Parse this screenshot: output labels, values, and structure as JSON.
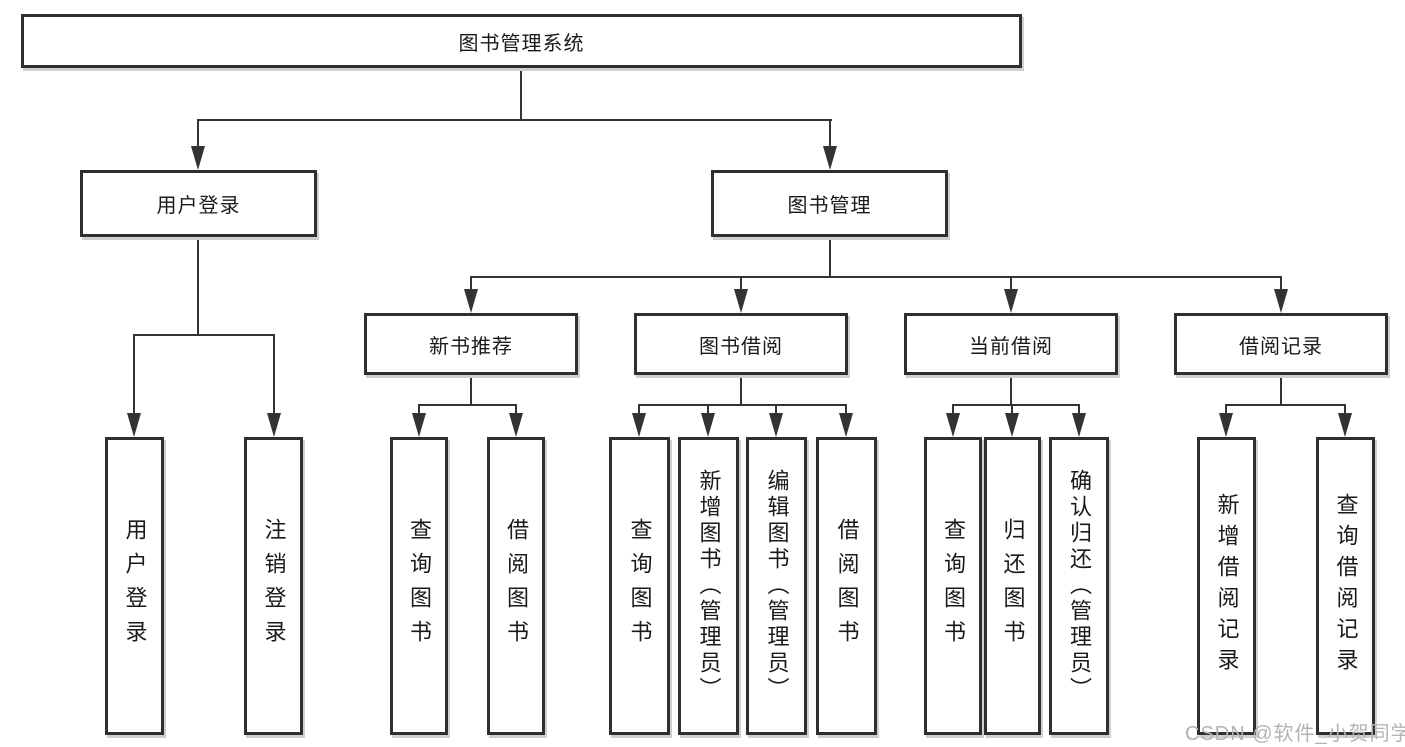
{
  "tree": {
    "root": {
      "label": "图书管理系统",
      "children": [
        {
          "label": "用户登录",
          "children": [
            {
              "label": "用户登录"
            },
            {
              "label": "注销登录"
            }
          ]
        },
        {
          "label": "图书管理",
          "children": [
            {
              "label": "新书推荐",
              "children": [
                {
                  "label": "查询图书"
                },
                {
                  "label": "借阅图书"
                }
              ]
            },
            {
              "label": "图书借阅",
              "children": [
                {
                  "label": "查询图书"
                },
                {
                  "label": "新增图书（管理员）"
                },
                {
                  "label": "编辑图书（管理员）"
                },
                {
                  "label": "借阅图书"
                }
              ]
            },
            {
              "label": "当前借阅",
              "children": [
                {
                  "label": "查询图书"
                },
                {
                  "label": "归还图书"
                },
                {
                  "label": "确认归还（管理员）"
                }
              ]
            },
            {
              "label": "借阅记录",
              "children": [
                {
                  "label": "新增借阅记录"
                },
                {
                  "label": "查询借阅记录"
                }
              ]
            }
          ]
        }
      ]
    }
  },
  "watermark": {
    "text": "CSDN @软件_小贺同学"
  },
  "colors": {
    "line": "#333333",
    "box_border": "#2f2f2f",
    "background": "#ffffff",
    "text": "#1a1a1a",
    "watermark": "#b3b3b3"
  }
}
